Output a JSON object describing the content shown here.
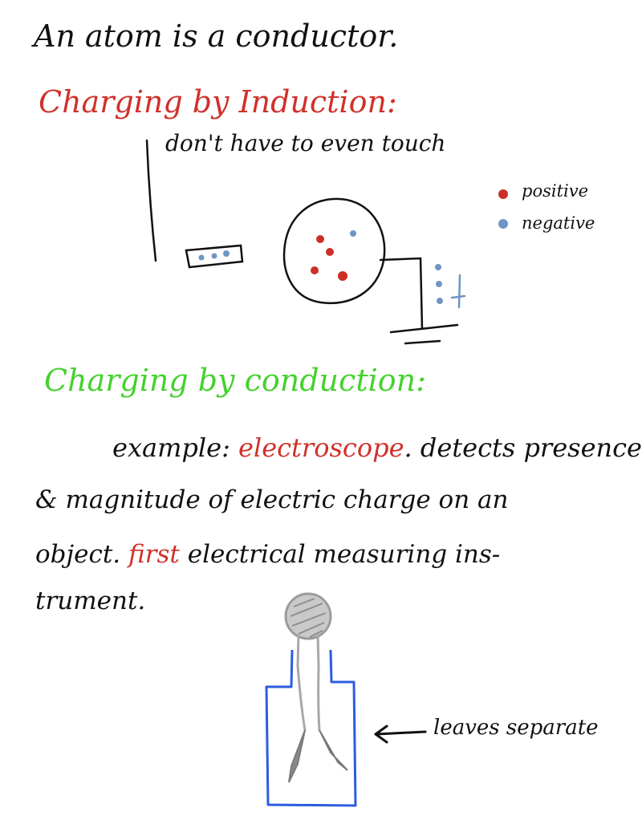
{
  "colors": {
    "ink": "#111111",
    "red": "#d0312a",
    "green": "#45d12e",
    "blue_dot": "#6f95c4",
    "blue_jar": "#2d5ce0",
    "gray": "#a8a8a8"
  },
  "lines": {
    "atom_statement": "An atom is a conductor.",
    "induction_heading": "Charging by Induction:",
    "induction_note": "don't have to even touch",
    "conduction_heading": "Charging by conduction:",
    "example_prefix": "example:",
    "example_term": "electroscope",
    "example_rest": ". detects presence",
    "line2": "& magnitude of electric charge on an",
    "line3_prefix": "object.",
    "line3_first": "first",
    "line3_rest": "electrical measuring ins-",
    "line4": "trument."
  },
  "legend": {
    "positive_label": "positive",
    "negative_label": "negative"
  },
  "electroscope": {
    "annotation": "leaves separate"
  }
}
